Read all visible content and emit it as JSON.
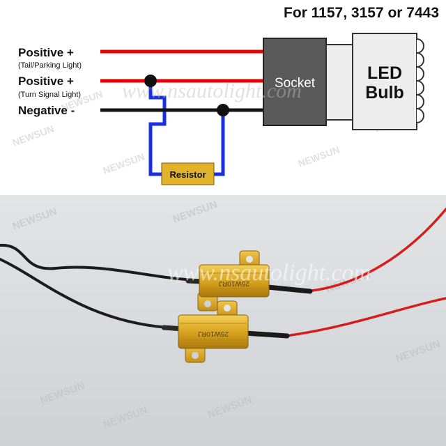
{
  "title": "For 1157, 3157 or 7443",
  "wires": {
    "positive_tail_label": "Positive +",
    "positive_tail_sub": "(Tail/Parking Light)",
    "positive_turn_label": "Positive +",
    "positive_turn_sub": "(Turn Signal Light)",
    "negative_label": "Negative -"
  },
  "components": {
    "socket_label": "Socket",
    "led_line1": "LED",
    "led_line2": "Bulb",
    "resistor_label": "Resistor"
  },
  "resistor_marking": "25W10RJ",
  "watermark_site": "www.nsautolight.com",
  "watermark_brand": "NEWSUN",
  "colors": {
    "positive_wire": "#e60000",
    "negative_wire": "#111111",
    "resistor_wire": "#1a2fe0",
    "socket_fill": "#5a5a5a",
    "resistor_gold": "#e3b22b"
  }
}
